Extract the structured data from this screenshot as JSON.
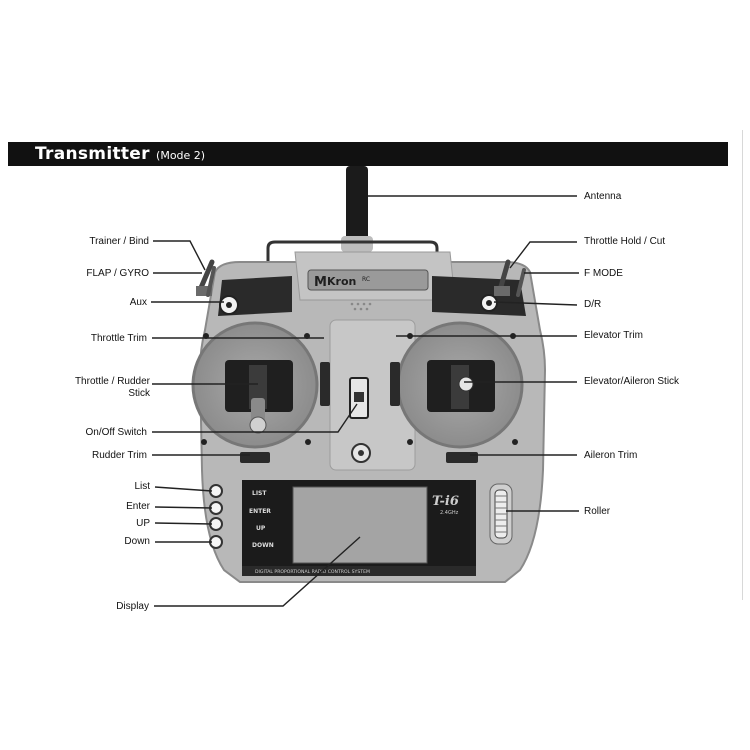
{
  "header": {
    "title": "Transmitter",
    "subtitle": "(Mode 2)"
  },
  "device": {
    "brand_label": "Kron",
    "brand_suffix": "RC",
    "model_label": "T-i6",
    "band_label": "2.4GHz",
    "menu_buttons": [
      "LIST",
      "ENTER",
      "UP",
      "DOWN"
    ],
    "bottom_strip_text": "DIGITAL PROPORTIONAL RADIO CONTROL SYSTEM"
  },
  "callouts": {
    "left": [
      {
        "id": "trainer-bind",
        "text": "Trainer / Bind"
      },
      {
        "id": "flap-gyro",
        "text": "FLAP / GYRO"
      },
      {
        "id": "aux",
        "text": "Aux"
      },
      {
        "id": "throttle-trim",
        "text": "Throttle Trim"
      },
      {
        "id": "throttle-rudder-stick",
        "text": "Throttle / Rudder\nStick"
      },
      {
        "id": "on-off-switch",
        "text": "On/Off Switch"
      },
      {
        "id": "rudder-trim",
        "text": "Rudder Trim"
      },
      {
        "id": "list",
        "text": "List"
      },
      {
        "id": "enter",
        "text": "Enter"
      },
      {
        "id": "up",
        "text": "UP"
      },
      {
        "id": "down",
        "text": "Down"
      },
      {
        "id": "display",
        "text": "Display"
      }
    ],
    "right": [
      {
        "id": "antenna",
        "text": "Antenna"
      },
      {
        "id": "throttle-hold-cut",
        "text": "Throttle Hold / Cut"
      },
      {
        "id": "f-mode",
        "text": "F MODE"
      },
      {
        "id": "d-r",
        "text": "D/R"
      },
      {
        "id": "elevator-trim",
        "text": "Elevator Trim"
      },
      {
        "id": "elevator-aileron-stick",
        "text": "Elevator/Aileron Stick"
      },
      {
        "id": "aileron-trim",
        "text": "Aileron Trim"
      },
      {
        "id": "roller",
        "text": "Roller"
      }
    ]
  },
  "colors": {
    "banner": "#111111",
    "body": "#b4b4b4",
    "body_dark": "#8a8a8a",
    "leader": "#222222"
  }
}
